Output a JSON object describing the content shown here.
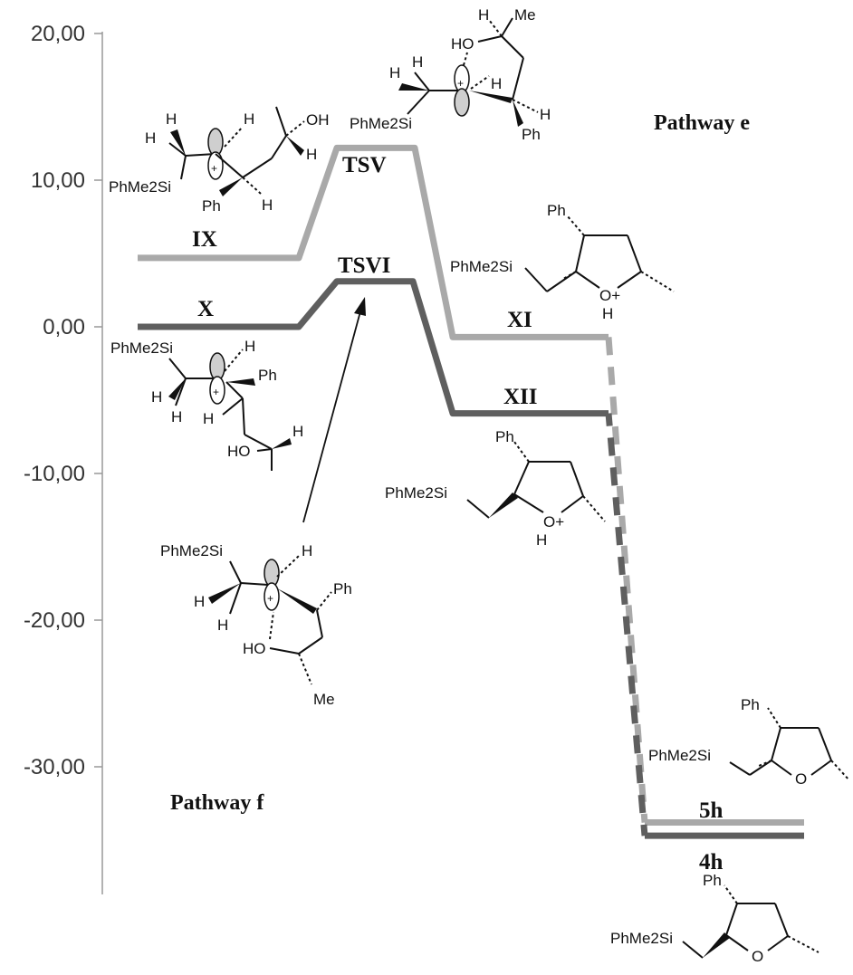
{
  "chart_data": {
    "type": "line",
    "title": "",
    "xlabel": "",
    "ylabel": "",
    "ylim": [
      -38,
      20
    ],
    "yticks": [
      {
        "value": 20,
        "label": "20,00"
      },
      {
        "value": 10,
        "label": "10,00"
      },
      {
        "value": 0,
        "label": "0,00"
      },
      {
        "value": -10,
        "label": "-10,00"
      },
      {
        "value": -20,
        "label": "-20,00"
      },
      {
        "value": -30,
        "label": "-30,00"
      }
    ],
    "series": [
      {
        "pathway_label": "Pathway e",
        "color": "#a9a9a9",
        "levels": [
          {
            "label": "IX",
            "value": 4.7
          },
          {
            "label": "TSV",
            "value": 12.2
          },
          {
            "label": "XI",
            "value": -0.7
          },
          {
            "label": "5h",
            "value": -33.8
          }
        ]
      },
      {
        "pathway_label": "Pathway f",
        "color": "#5f5f5f",
        "levels": [
          {
            "label": "X",
            "value": 0.0
          },
          {
            "label": "TSVI",
            "value": 3.1
          },
          {
            "label": "XII",
            "value": -5.9
          },
          {
            "label": "4h",
            "value": -34.7
          }
        ]
      }
    ],
    "structure_text": {
      "phme2si": "PhMe2Si",
      "ph": "Ph",
      "h": "H",
      "me": "Me",
      "oh": "OH",
      "ho": "HO",
      "o": "O",
      "o_plus": "O+",
      "plus": "+"
    }
  }
}
